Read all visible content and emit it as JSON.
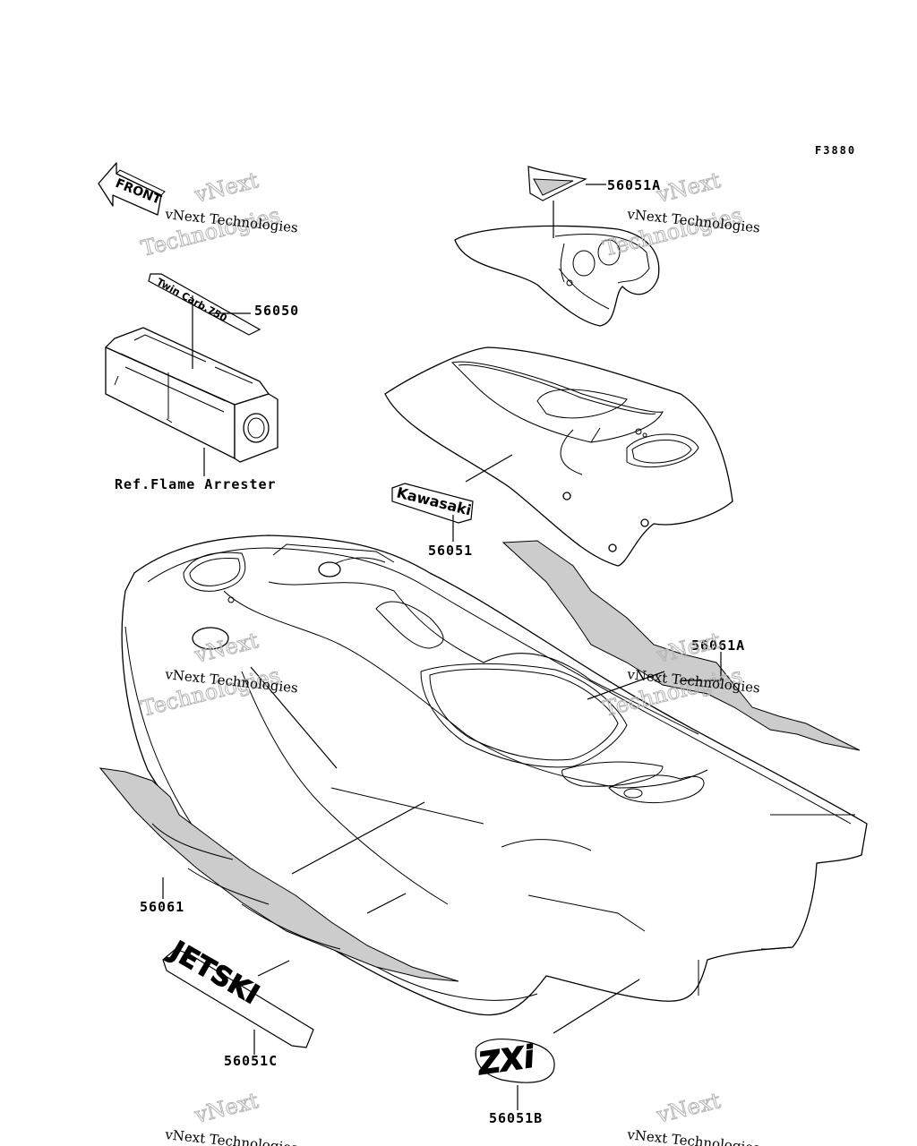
{
  "figure_code": "F3880",
  "front_label": "FRONT",
  "ref_label": "Ref.Flame Arrester",
  "watermark": {
    "line1": "vNext Technologies",
    "line2": "vNext",
    "line3": "Technologies"
  },
  "decals": {
    "twin_carb": "Twin Carb.750",
    "kawasaki": "Kawasaki",
    "jetski": "JETSKI",
    "zxi": "ZXi"
  },
  "parts": [
    {
      "id": "56051A",
      "label": "56051A"
    },
    {
      "id": "56050",
      "label": "56050"
    },
    {
      "id": "56051",
      "label": "56051"
    },
    {
      "id": "56061A",
      "label": "56061A"
    },
    {
      "id": "56061",
      "label": "56061"
    },
    {
      "id": "56051C",
      "label": "56051C"
    },
    {
      "id": "56051B",
      "label": "56051B"
    }
  ]
}
